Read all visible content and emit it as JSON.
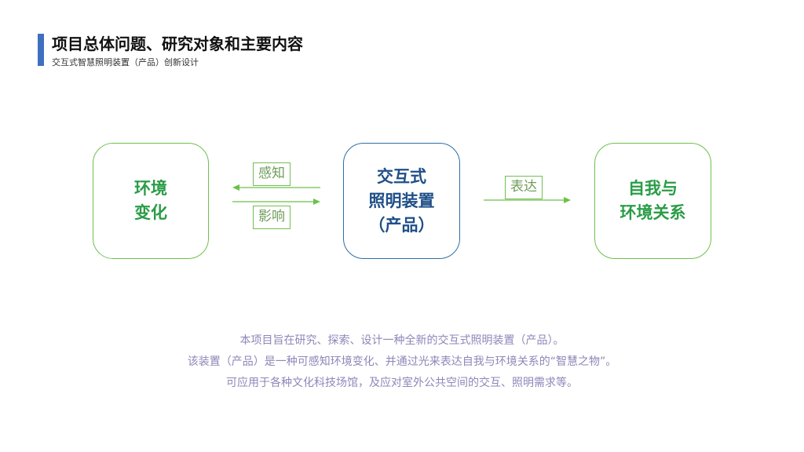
{
  "header": {
    "title": "项目总体问题、研究对象和主要内容",
    "subtitle": "交互式智慧照明装置（产品）创新设计"
  },
  "diagram": {
    "nodes": {
      "environment": {
        "lines": [
          "环境",
          "变化"
        ]
      },
      "device": {
        "lines": [
          "交互式",
          "照明装置",
          "（产品）"
        ]
      },
      "self": {
        "lines": [
          "自我与",
          "环境关系"
        ]
      }
    },
    "edges": {
      "sense": {
        "label": "感知",
        "direction": "device-to-environment"
      },
      "influence": {
        "label": "影响",
        "direction": "environment-to-device"
      },
      "express": {
        "label": "表达",
        "direction": "device-to-self"
      }
    },
    "colors": {
      "green_border": "#6dc14a",
      "green_text": "#2a9c46",
      "blue_border": "#2c6fa6",
      "blue_text": "#1f4f88",
      "description": "#8f86b8",
      "accent": "#3f6fc0"
    }
  },
  "description": {
    "lines": [
      "本项目旨在研究、探索、设计一种全新的交互式照明装置（产品）。",
      "该装置（产品）是一种可感知环境变化、并通过光来表达自我与环境关系的“智慧之物”。",
      "可应用于各种文化科技场馆，及应对室外公共空间的交互、照明需求等。"
    ]
  }
}
